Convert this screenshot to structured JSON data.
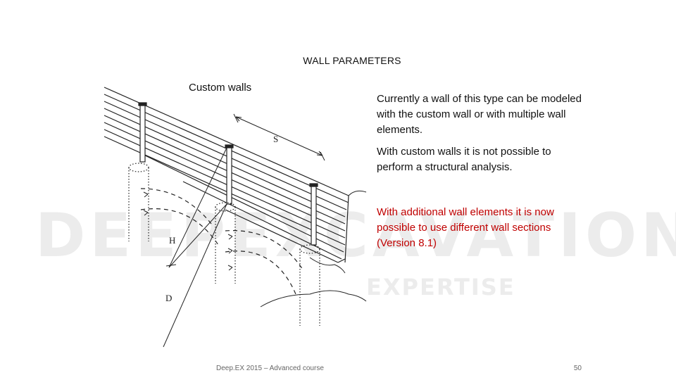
{
  "watermark": {
    "line1": "DEEPEXCAVATION",
    "line2": "EXPERTISE"
  },
  "slide": {
    "title": "WALL PARAMETERS",
    "subtitle": "Custom walls",
    "paragraphs": [
      "Currently a wall of this type can be modeled with the custom wall or with multiple wall elements.",
      "With custom walls it is not possible to perform a structural analysis.",
      "With additional wall elements it is now possible to use different wall sections (Version 8.1)"
    ],
    "highlight_color": "#c00000"
  },
  "drawing": {
    "label_s": "S",
    "label_h": "H",
    "label_d": "D"
  },
  "footer": {
    "course": "Deep.EX 2015 – Advanced course",
    "page_number": "50"
  }
}
